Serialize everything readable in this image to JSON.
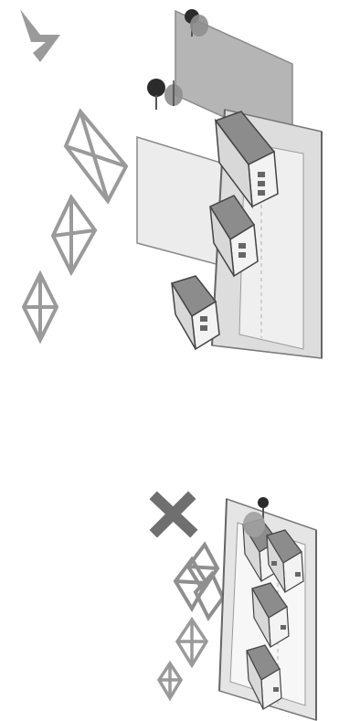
{
  "image": {
    "kind": "illustration",
    "orientation": "rotated-90",
    "background_color": "#ffffff",
    "panels": [
      {
        "name": "top-panel",
        "elements": [
          "corner-arrow-icon",
          "outline-diamond-icon",
          "outline-diamond-icon",
          "outline-diamond-icon",
          "street-block",
          "gray-lot",
          "light-lot",
          "house",
          "house",
          "house",
          "tree",
          "tree"
        ]
      },
      {
        "name": "bottom-panel",
        "elements": [
          "cross-icon",
          "stacked-diamonds-icon",
          "outline-diamond-icon",
          "outline-diamond-icon",
          "street-block",
          "house-row",
          "tree"
        ]
      }
    ]
  },
  "colors": {
    "icon_gray": "#9a9a9a",
    "dark_gray": "#6f6f6f",
    "roof_gray": "#8c8c8c",
    "lot_gray": "#b5b5b5",
    "lot_light": "#ececec",
    "line": "#444444",
    "tree": "#2b2b2b"
  }
}
